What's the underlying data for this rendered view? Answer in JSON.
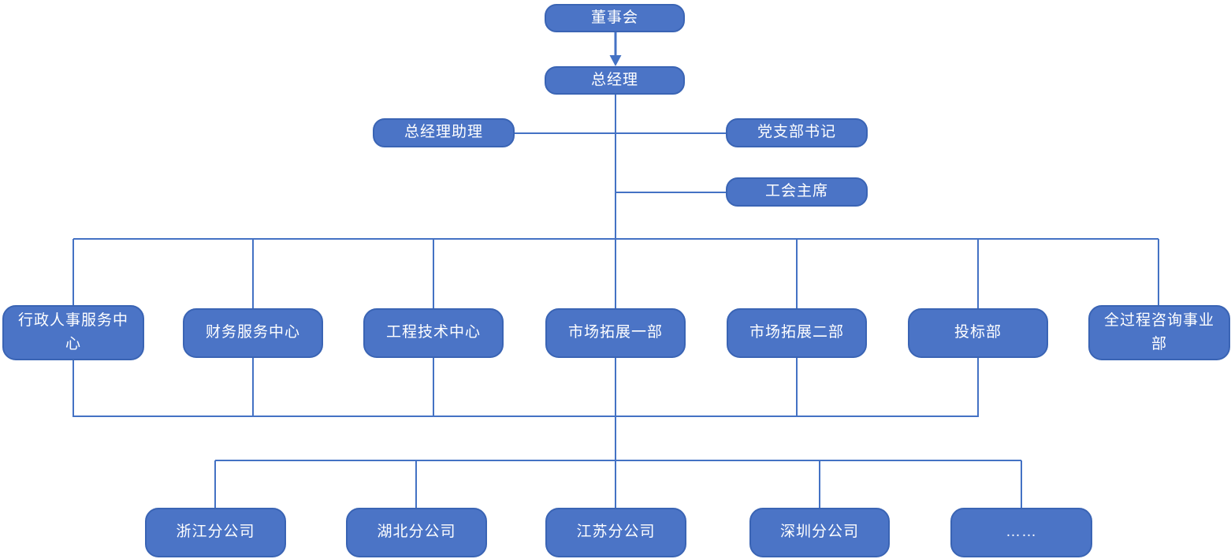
{
  "diagram": {
    "title": "company-organization-chart",
    "colors": {
      "node_fill": "#4B74C6",
      "node_border": "#3A64B4",
      "connector": "#4472C4",
      "label_text": "#FFFFFF",
      "background": "#FFFFFF"
    },
    "nodes": {
      "board": {
        "label": "董事会"
      },
      "gm": {
        "label": "总经理"
      },
      "gm_assistant": {
        "label": "总经理助理"
      },
      "party_secretary": {
        "label": "党支部书记"
      },
      "union_chairman": {
        "label": "工会主席"
      },
      "dept_admin_hr": {
        "label": "行政人事服务中心"
      },
      "dept_finance": {
        "label": "财务服务中心"
      },
      "dept_engineering": {
        "label": "工程技术中心"
      },
      "dept_market_one": {
        "label": "市场拓展一部"
      },
      "dept_market_two": {
        "label": "市场拓展二部"
      },
      "dept_bidding": {
        "label": "投标部"
      },
      "dept_consulting": {
        "label": "全过程咨询事业部"
      },
      "branch_zhejiang": {
        "label": "浙江分公司"
      },
      "branch_hubei": {
        "label": "湖北分公司"
      },
      "branch_jiangsu": {
        "label": "江苏分公司"
      },
      "branch_shenzhen": {
        "label": "深圳分公司"
      },
      "branch_more": {
        "label": "……"
      }
    }
  }
}
